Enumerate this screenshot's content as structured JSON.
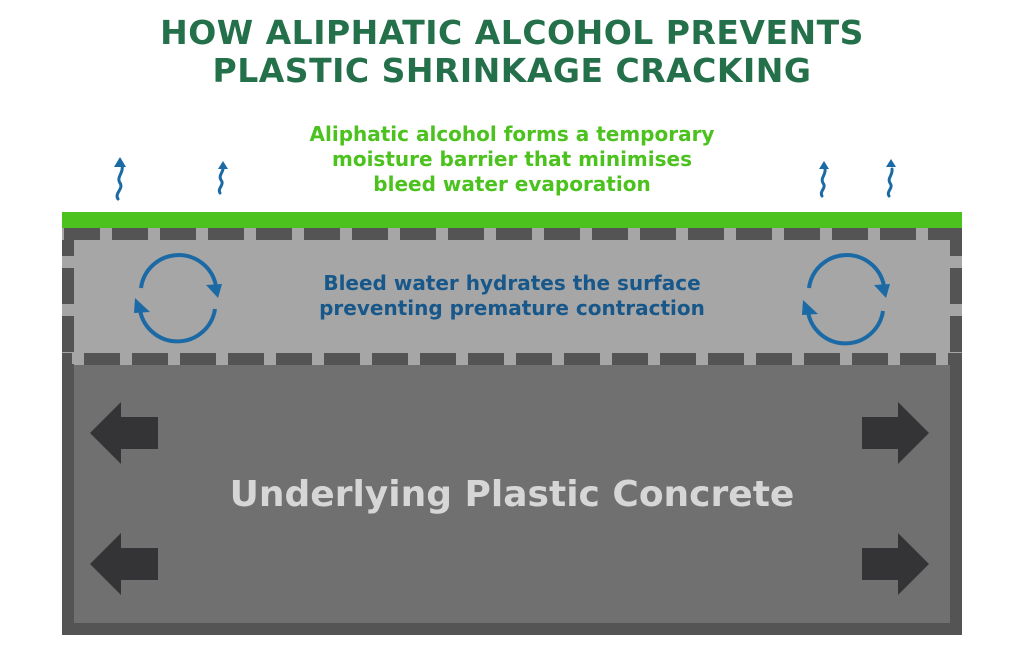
{
  "title": {
    "line1": "HOW ALIPHATIC  ALCOHOL PREVENTS",
    "line2": "PLASTIC SHRINKAGE CRACKING"
  },
  "barrier_label": {
    "line1": "Aliphatic alcohol forms a temporary",
    "line2": "moisture barrier that minimises",
    "line3": "bleed water evaporation"
  },
  "bleed_label": {
    "line1": "Bleed water hydrates the surface",
    "line2": "preventing premature contraction"
  },
  "concrete_label": "Underlying Plastic Concrete",
  "colors": {
    "title": "#23704a",
    "barrier": "#4cc21e",
    "water": "#1b6aa5",
    "outer": "#545454",
    "band": "#a6a6a6",
    "concrete": "#707070",
    "arrow": "#343436"
  }
}
